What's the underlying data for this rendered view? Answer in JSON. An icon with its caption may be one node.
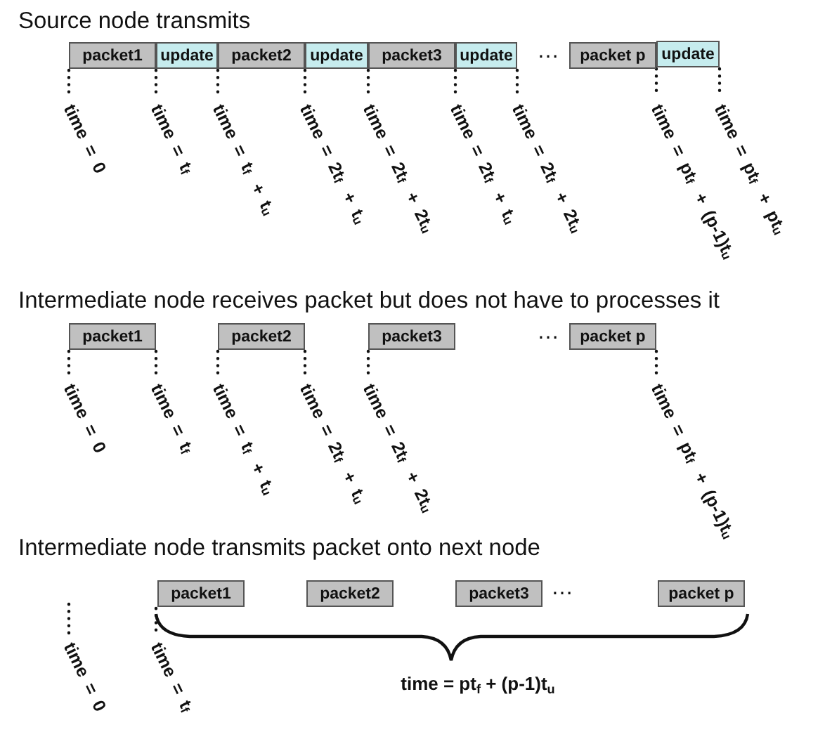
{
  "diagram": {
    "nodes": [
      {
        "text": [
          "packet1"
        ]
      },
      {
        "text": [
          "update"
        ]
      },
      {
        "text": [
          "packet2"
        ]
      },
      {
        "text": [
          "update"
        ]
      },
      {
        "text": [
          "packet3"
        ]
      },
      {
        "text": [
          "update"
        ]
      },
      {
        "text": [
          "packet p"
        ]
      },
      {
        "text": [
          "update"
        ]
      },
      {
        "text": [
          "packet1"
        ]
      },
      {
        "text": [
          "packet2"
        ]
      },
      {
        "text": [
          "packet3"
        ]
      },
      {
        "text": [
          "packet p"
        ]
      },
      {
        "text": [
          "packet1"
        ]
      },
      {
        "text": [
          "packet2"
        ]
      },
      {
        "text": [
          "packet3"
        ]
      },
      {
        "text": [
          "packet p"
        ]
      },
      {
        "text": [
          "time = 0"
        ]
      },
      {
        "text": [
          "time = t$_{f}$"
        ]
      },
      {
        "text": [
          "time = t$_{f}$ + t$_{u}$"
        ]
      },
      {
        "text": [
          "time = 2t$_{f}$ + t$_{u}$"
        ]
      },
      {
        "text": [
          "time = 2t$_{f}$ + 2t$_{u}$"
        ]
      },
      {
        "text": [
          "time = 2t$_{f}$ + t$_{u}$"
        ]
      },
      {
        "text": [
          "time = 2t$_{f}$ + 2t$_{u}$"
        ]
      },
      {
        "text": [
          "time = pt$_{f}$ + (p-1)t$_{u}$"
        ]
      },
      {
        "text": [
          "time = pt$_{f}$ + pt$_{u}$"
        ]
      },
      {
        "text": [
          "time = 0"
        ]
      },
      {
        "text": [
          "time = t$_{f}$"
        ]
      },
      {
        "text": [
          "time = t$_{f}$ + t$_{u}$"
        ]
      },
      {
        "text": [
          "time = 2t$_{f}$ + t$_{u}$"
        ]
      },
      {
        "text": [
          "time = 2t$_{f}$ + 2t$_{u}$"
        ]
      },
      {
        "text": [
          "time = pt$_{f}$ + (p-1)t$_{u}$"
        ]
      },
      {
        "text": [
          "time = 0"
        ]
      },
      {
        "text": [
          "time = t$_{f}$"
        ]
      }
    ],
    "edges": [
      {
        "from": 0,
        "to": 16,
        "arrow": "none",
        "style": "dashed"
      },
      {
        "from": 1,
        "to": 17,
        "arrow": "none",
        "style": "dashed"
      },
      {
        "from": 2,
        "to": 18,
        "arrow": "none",
        "style": "dashed"
      },
      {
        "from": 3,
        "to": 19,
        "arrow": "none",
        "style": "dashed"
      },
      {
        "from": 4,
        "to": 20,
        "arrow": "none",
        "style": "dashed"
      },
      {
        "from": 5,
        "to": 21,
        "arrow": "none",
        "style": "dashed"
      },
      {
        "from": 5,
        "to": 22,
        "arrow": "none",
        "style": "dashed"
      },
      {
        "from": 7,
        "to": 23,
        "arrow": "none",
        "style": "dashed"
      },
      {
        "from": 7,
        "to": 24,
        "arrow": "none",
        "style": "dashed"
      },
      {
        "from": 8,
        "to": 25,
        "arrow": "none",
        "style": "dashed"
      },
      {
        "from": 8,
        "to": 26,
        "arrow": "none",
        "style": "dashed"
      },
      {
        "from": 9,
        "to": 27,
        "arrow": "none",
        "style": "dashed"
      },
      {
        "from": 9,
        "to": 28,
        "arrow": "none",
        "style": "dashed"
      },
      {
        "from": 10,
        "to": 29,
        "arrow": "none",
        "style": "dashed"
      },
      {
        "from": 11,
        "to": 30,
        "arrow": "none",
        "style": "dashed"
      },
      {
        "from": null,
        "to": 31,
        "arrow": "none",
        "style": "dashed"
      },
      {
        "from": 12,
        "to": 32,
        "arrow": "none",
        "style": "dashed"
      }
    ],
    "labels": [
      "Source node transmits",
      "…",
      "Intermediate node receives packet but does not have to processes it",
      "…",
      "Intermediate node transmits packet onto next node",
      "…",
      "time = pt$_{f}$ + (p-1)t$_{u}$"
    ]
  }
}
